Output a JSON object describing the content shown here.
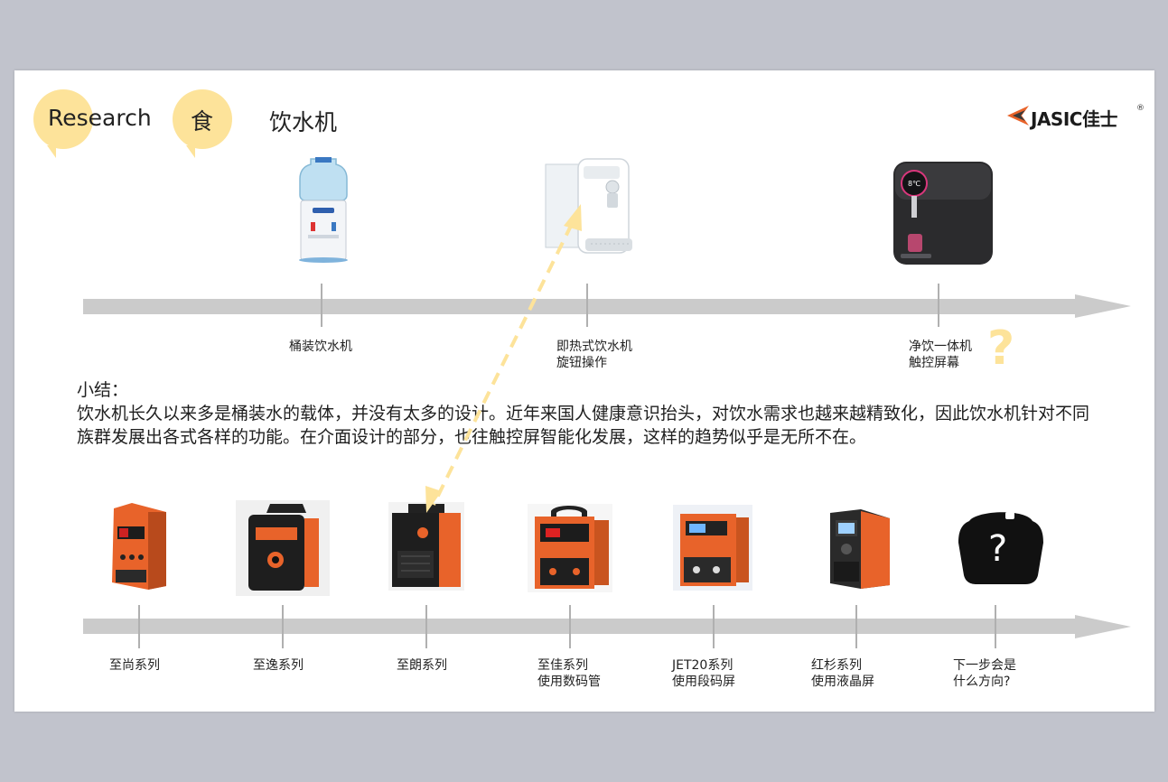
{
  "header": {
    "research_label": "Research",
    "category_label": "食",
    "topic_title": "饮水机"
  },
  "brand": {
    "logo_text": "JASIC佳士",
    "registered_mark": "®"
  },
  "top_timeline": {
    "items": [
      {
        "lines": [
          "桶装饮水机"
        ]
      },
      {
        "lines": [
          "即热式饮水机",
          "旋钮操作"
        ]
      },
      {
        "lines": [
          "净饮一体机",
          "触控屏幕"
        ]
      }
    ],
    "question_mark": "?"
  },
  "summary": {
    "title": "小结：",
    "body": "饮水机长久以来多是桶装水的载体，并没有太多的设计。近年来国人健康意识抬头，对饮水需求也越来越精致化，因此饮水机针对不同族群发展出各式各样的功能。在介面设计的部分，也往触控屏智能化发展，这样的趋势似乎是无所不在。"
  },
  "bottom_timeline": {
    "items": [
      {
        "lines": [
          "至尚系列"
        ]
      },
      {
        "lines": [
          "至逸系列"
        ]
      },
      {
        "lines": [
          "至朗系列"
        ]
      },
      {
        "lines": [
          "至佳系列",
          "使用数码管"
        ]
      },
      {
        "lines": [
          "JET20系列",
          "使用段码屏"
        ]
      },
      {
        "lines": [
          "红杉系列",
          "使用液晶屏"
        ]
      },
      {
        "lines": [
          "下一步会是",
          "什么方向?"
        ]
      }
    ],
    "unknown_product_mark": "?"
  },
  "colors": {
    "accent_yellow": "#fde39a",
    "timeline_gray": "#cbcbcb",
    "welder_orange": "#e8632a",
    "dark": "#222222"
  }
}
